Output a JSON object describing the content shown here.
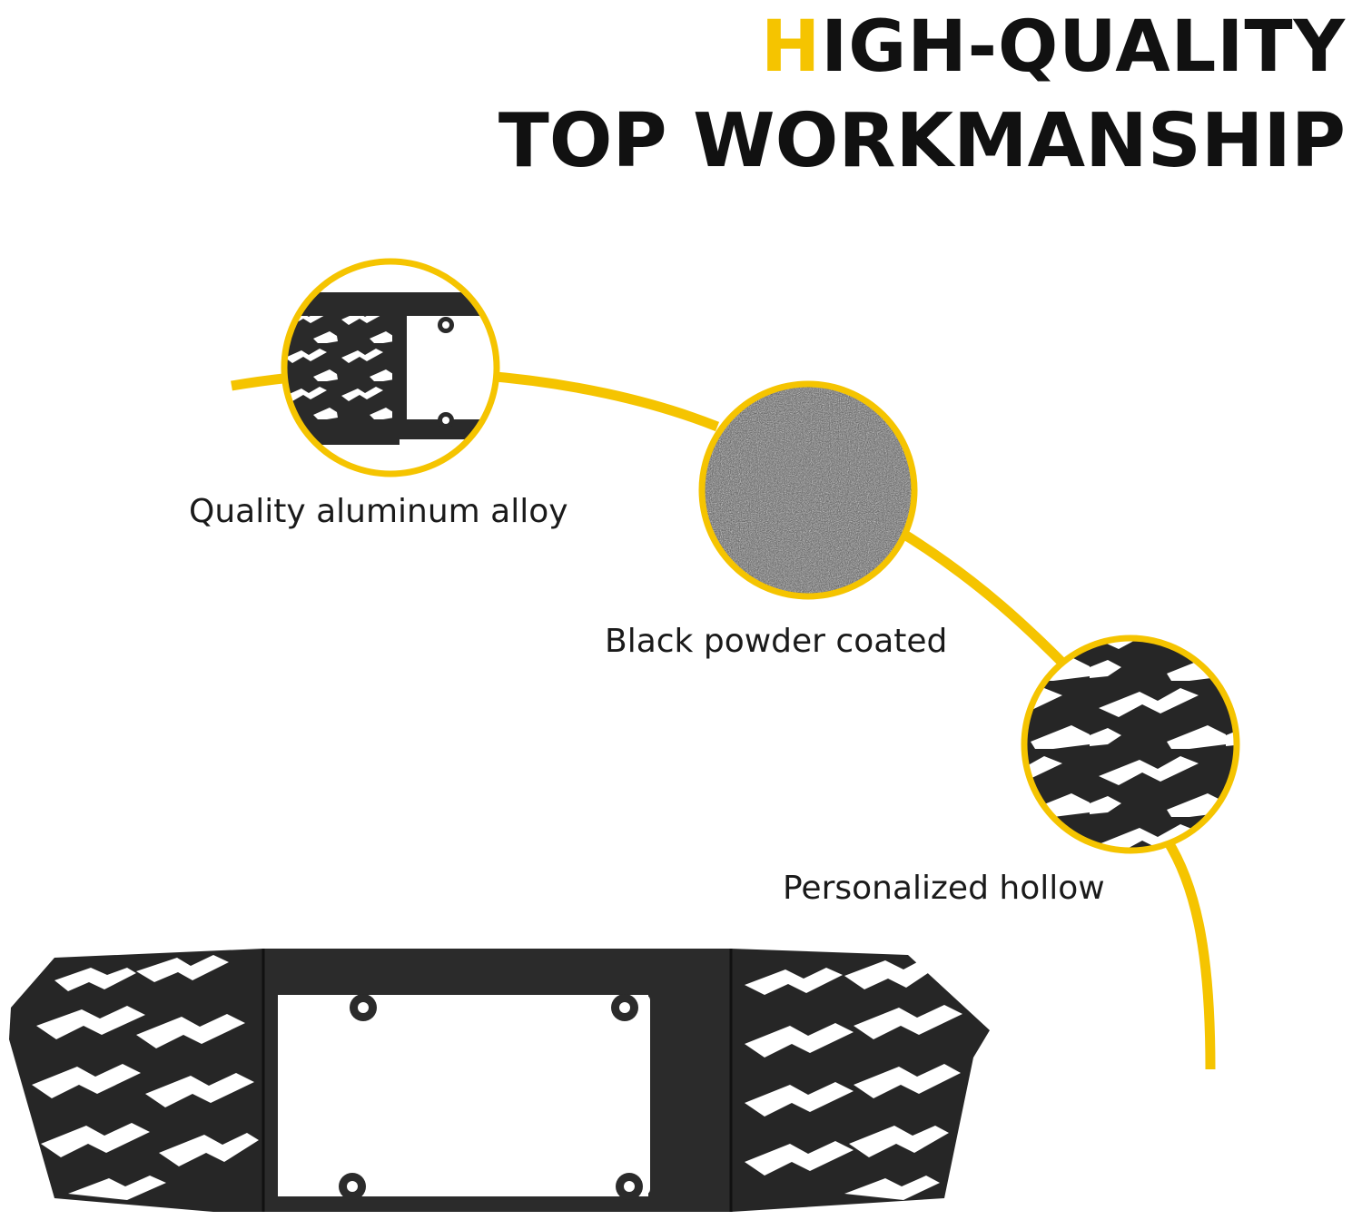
{
  "headline": {
    "line1_accent": "H",
    "line1_rest": "IGH-QUALITY",
    "line2": "TOP WORKMANSHIP"
  },
  "features": [
    {
      "label": "Quality aluminum alloy",
      "icon": "grille-corner-closeup-icon"
    },
    {
      "label": "Black powder coated",
      "icon": "powder-texture-closeup-icon"
    },
    {
      "label": "Personalized hollow",
      "icon": "hollow-pattern-closeup-icon"
    }
  ],
  "product_image": "license-plate-grille-frame",
  "colors": {
    "accent": "#F5C400",
    "text": "#111111",
    "product": "#2b2b2b"
  }
}
